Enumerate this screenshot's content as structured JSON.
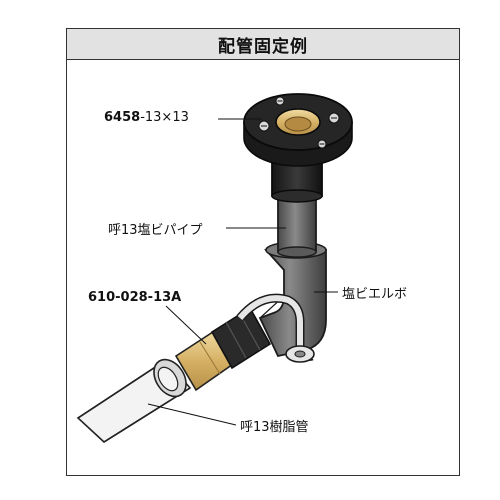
{
  "title": "配管固定例",
  "labels": {
    "flange_part": {
      "code": "6458",
      "size": "-13×13"
    },
    "pvc_pipe": "呼13塩ビパイプ",
    "adapter_part": "610-028-13A",
    "pvc_elbow": "塩ビエルボ",
    "resin_pipe": "呼13樹脂管"
  },
  "colors": {
    "title_bg": "#e2e2e2",
    "flange": "#1e1e1e",
    "brass": "#d8b871",
    "pipe_gray": "#6f6f6f",
    "resin_pipe": "#f2f2f2",
    "clamp": "#e8e8e8"
  }
}
